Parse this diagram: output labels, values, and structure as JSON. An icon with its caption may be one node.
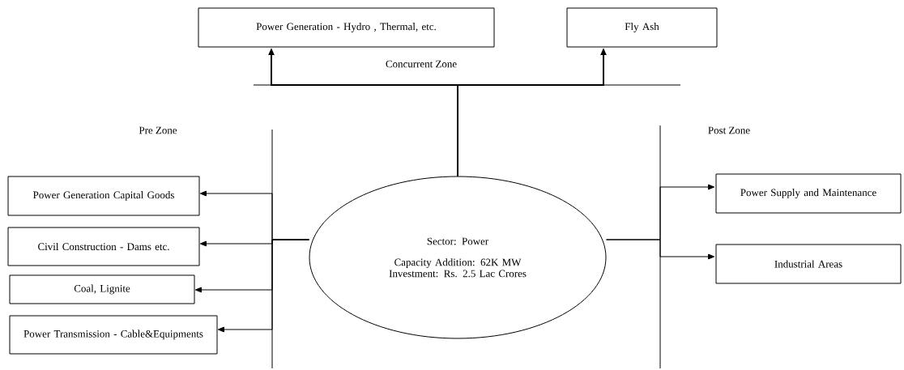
{
  "diagram": {
    "nodes": [
      {
        "text": [
          "Power Generation - Hydro , Thermal, etc."
        ]
      },
      {
        "text": [
          "Fly Ash"
        ]
      },
      {
        "text": [
          "Power Generation Capital Goods"
        ]
      },
      {
        "text": [
          "Civil Construction - Dams etc."
        ]
      },
      {
        "text": [
          "Coal, Lignite"
        ]
      },
      {
        "text": [
          "Power Transmission - Cable&Equipments"
        ]
      },
      {
        "text": [
          "Sector: Power",
          "Capacity Addition: 62K MW Investment: Rs. 2.5 Lac Crores"
        ]
      },
      {
        "text": [
          "Power Supply and Maintenance"
        ]
      },
      {
        "text": [
          "Industrial Areas"
        ]
      }
    ],
    "edges": [
      {
        "from": 6,
        "to": 0,
        "arrow": "to"
      },
      {
        "from": 6,
        "to": 1,
        "arrow": "to"
      },
      {
        "from": 6,
        "to": 2,
        "arrow": "to"
      },
      {
        "from": 6,
        "to": 3,
        "arrow": "to"
      },
      {
        "from": 6,
        "to": 4,
        "arrow": "to"
      },
      {
        "from": 6,
        "to": 5,
        "arrow": "to"
      },
      {
        "from": 6,
        "to": 7,
        "arrow": "to"
      },
      {
        "from": 6,
        "to": 8,
        "arrow": "to"
      }
    ],
    "labels": [
      "Concurrent Zone",
      "Pre Zone",
      "Post Zone"
    ]
  }
}
